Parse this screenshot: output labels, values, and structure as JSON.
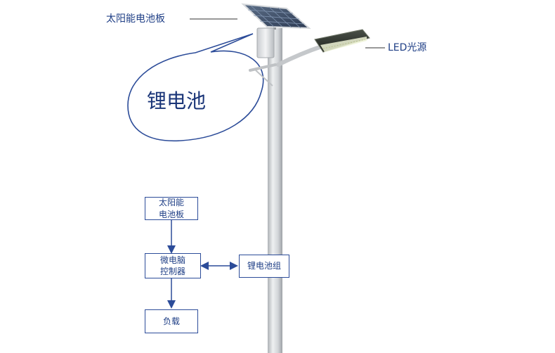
{
  "labels": {
    "solar_panel": "太阳能电池板",
    "led_source": "LED光源",
    "battery": "锂电池"
  },
  "flowchart": {
    "solar_panel_box": {
      "line1": "太阳能",
      "line2": "电池板"
    },
    "controller_box": {
      "line1": "微电脑",
      "line2": "控制器"
    },
    "battery_box": {
      "text": "锂电池组"
    },
    "load_box": {
      "text": "负载"
    }
  },
  "colors": {
    "label_text": "#1f3f86",
    "box_border": "#2c4c99",
    "arrow": "#2c4c99",
    "bubble_border": "#2c4c99",
    "pole": "#cfd2d5"
  }
}
